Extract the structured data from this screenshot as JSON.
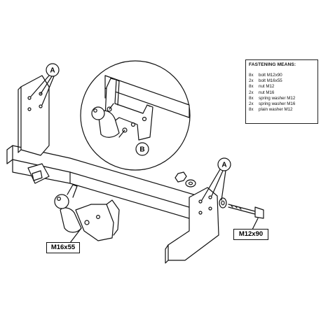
{
  "legend": {
    "title": "FASTENING MEANS:",
    "items": [
      {
        "qty": "8x",
        "desc": "bolt M12x90"
      },
      {
        "qty": "2x",
        "desc": "bolt M16x55"
      },
      {
        "qty": "8x",
        "desc": "nut M12"
      },
      {
        "qty": "2x",
        "desc": "nut M16"
      },
      {
        "qty": "8x",
        "desc": "spring washer M12"
      },
      {
        "qty": "2x",
        "desc": "spring washer M16"
      },
      {
        "qty": "8x",
        "desc": "plain washer M12"
      }
    ]
  },
  "callouts": {
    "a_left": "A",
    "a_right": "A",
    "b": "B"
  },
  "labels": {
    "bolt_m16": "M16x55",
    "bolt_m12": "M12x90"
  }
}
